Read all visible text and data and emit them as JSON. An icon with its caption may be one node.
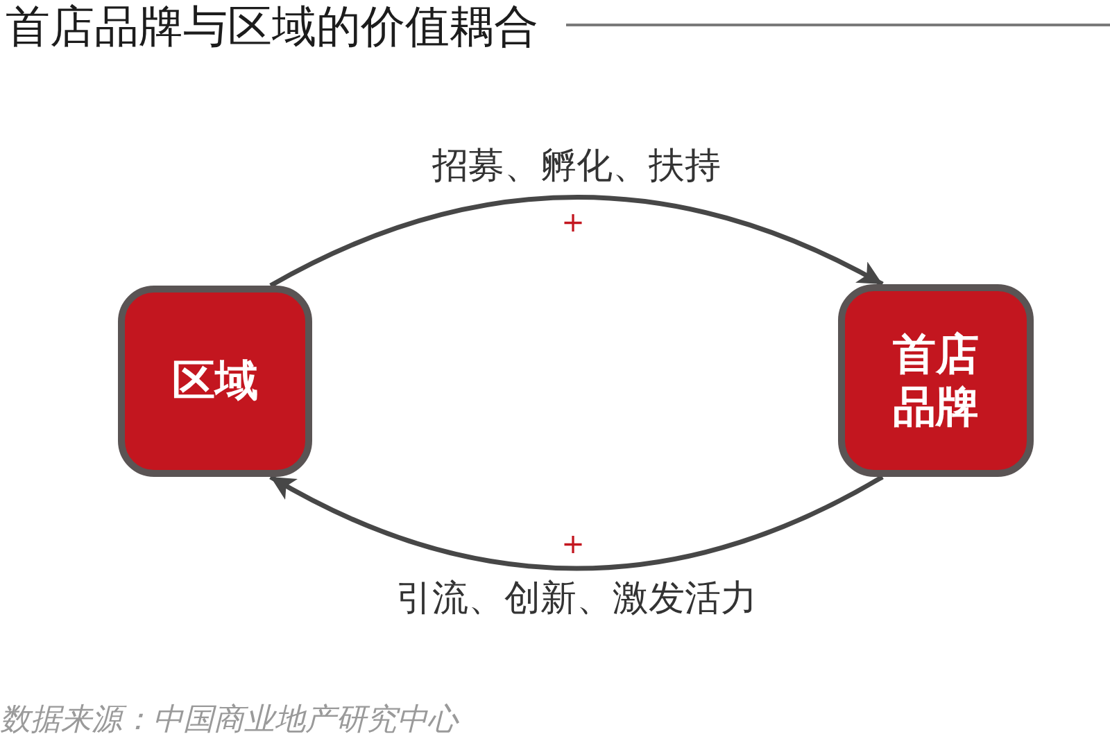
{
  "diagram": {
    "title": "首店品牌与区域的价值耦合",
    "caption": "数据来源：中国商业地产研究中心",
    "nodes": [
      {
        "text": [
          "区域"
        ]
      },
      {
        "text": [
          "首店品牌"
        ]
      }
    ],
    "edges": [
      {
        "from": 0,
        "to": 1,
        "arrow": "to",
        "label": "招募、孵化、扶持"
      },
      {
        "from": 1,
        "to": 0,
        "arrow": "to",
        "label": "引流、创新、激发活力"
      }
    ],
    "labels": [
      "+",
      "+"
    ]
  }
}
